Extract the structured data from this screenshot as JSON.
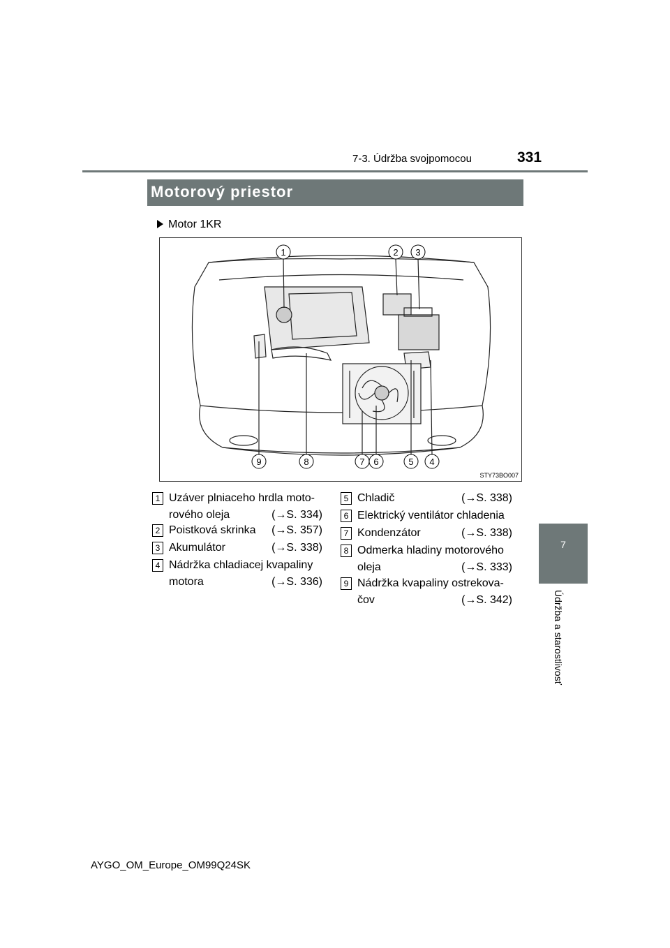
{
  "header": {
    "section": "7-3. Údržba svojpomocou",
    "page_number": "331"
  },
  "side_tab": {
    "number": "7",
    "label": "Údržba a starostlivosť"
  },
  "title": "Motorový priestor",
  "subheading": "Motor 1KR",
  "figure": {
    "code": "STY73BO007",
    "callouts_top": [
      "1",
      "2",
      "3"
    ],
    "callouts_bottom": [
      "9",
      "8",
      "7",
      "6",
      "5",
      "4"
    ]
  },
  "items": [
    {
      "num": "1",
      "lines": [
        "Uzáver plniaceho hrdla moto-",
        "rového oleja"
      ],
      "ref": "(→S. 334)"
    },
    {
      "num": "2",
      "lines": [
        "Poistková skrinka"
      ],
      "ref": "(→S. 357)"
    },
    {
      "num": "3",
      "lines": [
        "Akumulátor"
      ],
      "ref": "(→S. 338)"
    },
    {
      "num": "4",
      "lines": [
        "Nádržka chladiacej kvapaliny",
        "motora"
      ],
      "ref": "(→S. 336)"
    },
    {
      "num": "5",
      "lines": [
        "Chladič"
      ],
      "ref": "(→S. 338)"
    },
    {
      "num": "6",
      "lines": [
        "Elektrický ventilátor chladenia"
      ],
      "ref": ""
    },
    {
      "num": "7",
      "lines": [
        "Kondenzátor"
      ],
      "ref": "(→S. 338)"
    },
    {
      "num": "8",
      "lines": [
        "Odmerka hladiny motorového",
        "oleja"
      ],
      "ref": "(→S. 333)"
    },
    {
      "num": "9",
      "lines": [
        "Nádržka kvapaliny ostrekova-",
        "čov"
      ],
      "ref": "(→S. 342)"
    }
  ],
  "footer": "AYGO_OM_Europe_OM99Q24SK"
}
